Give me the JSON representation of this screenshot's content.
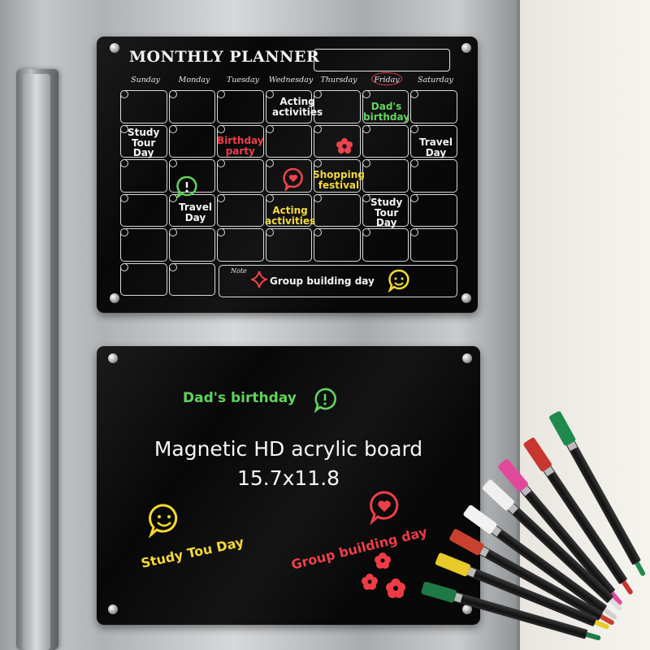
{
  "planner": {
    "title": "MONTHLY PLANNER",
    "days": [
      "Sunday",
      "Monday",
      "Tuesday",
      "Wednesday",
      "Thursday",
      "Friday",
      "Saturday"
    ],
    "note_label": "Note",
    "entries": {
      "acting_top": "Acting\nactivities",
      "dads_birthday": "Dad's\nbirthday",
      "study_tour": "Study\nTour\nDay",
      "birthday_party": "Birthday\nparty",
      "travel_day_sat": "Travel\nDay",
      "shopping_festival": "Shopping\nfestival",
      "travel_day_mon": "Travel\nDay",
      "acting_bottom": "Acting\nactivities",
      "study_tour_fri": "Study\nTour\nDay",
      "group_building": "Group building day"
    }
  },
  "board": {
    "dads_birthday": "Dad's birthday",
    "heading_line1": "Magnetic HD acrylic board",
    "heading_line2": "15.7x11.8",
    "study_day": "Study Tou Day",
    "group_building": "Group building day"
  },
  "colors": {
    "green": "#5fd35a",
    "red": "#ef3b45",
    "yellow": "#f5d833",
    "white": "#f4f4f4"
  },
  "icons": [
    "speech-bubble-exclamation-icon",
    "speech-bubble-heart-icon",
    "speech-bubble-smiley-icon",
    "flower-icon",
    "sparkle-icon"
  ],
  "markers": [
    "green",
    "yellow",
    "red",
    "white",
    "pink",
    "red",
    "green"
  ]
}
